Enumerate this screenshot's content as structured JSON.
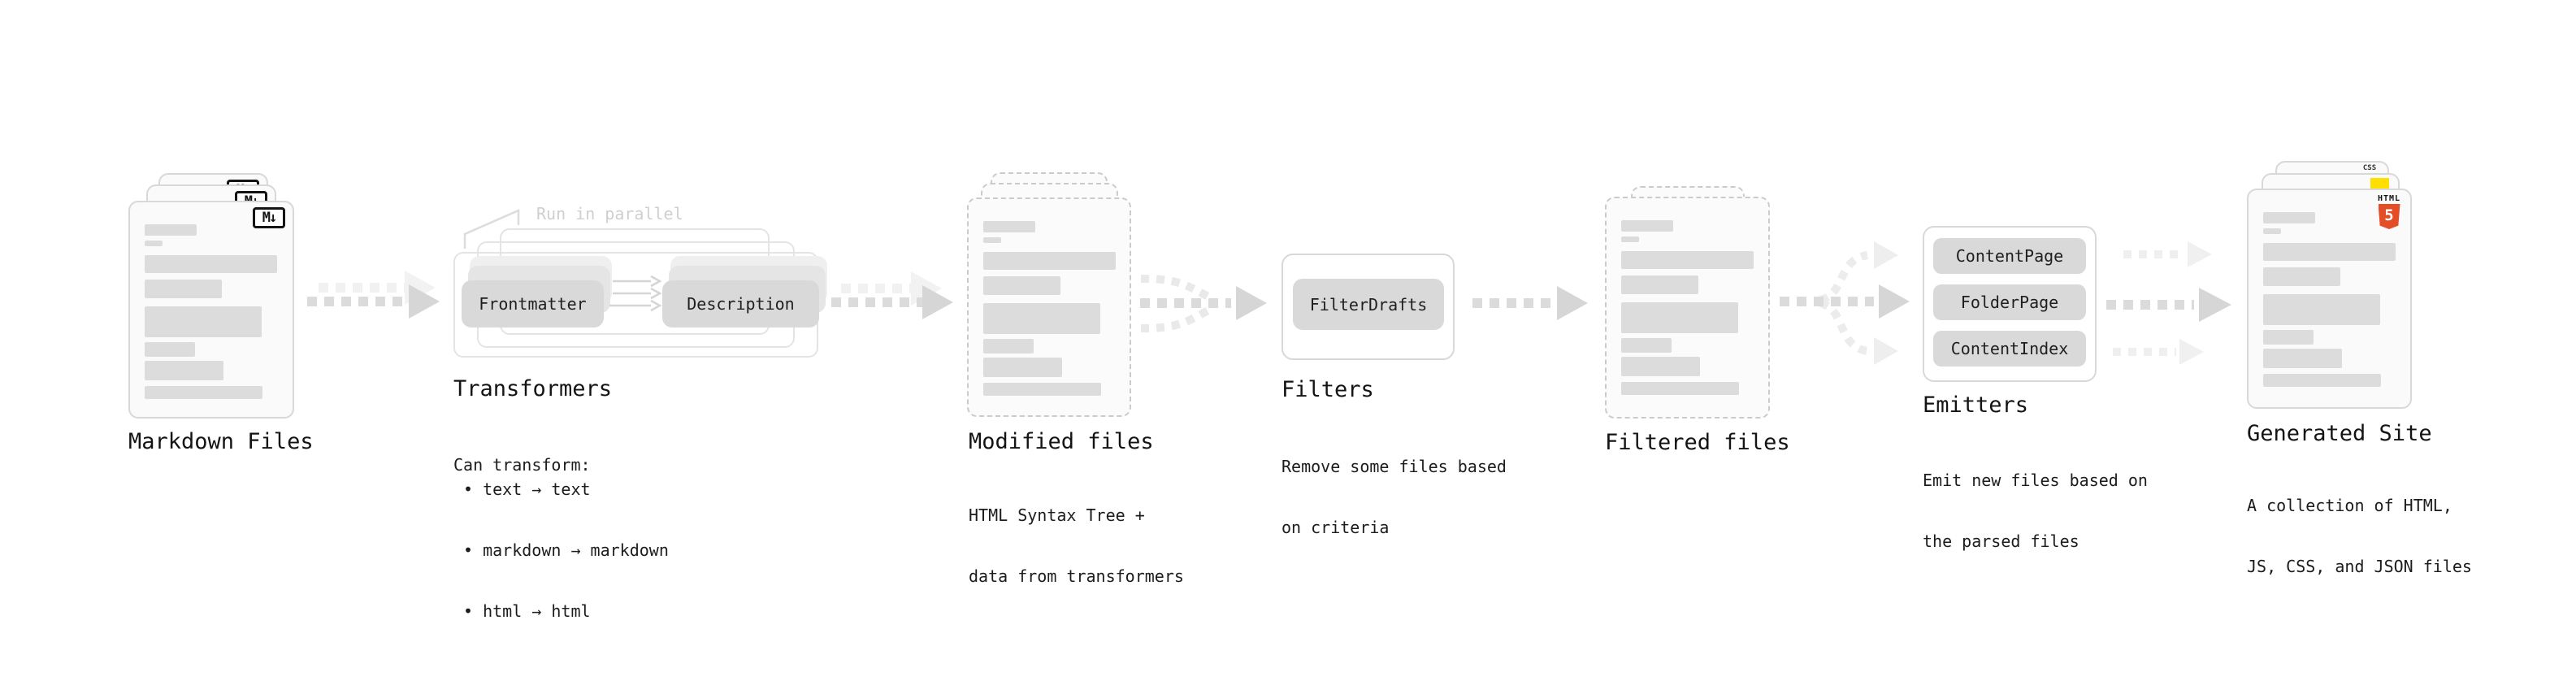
{
  "stages": {
    "markdown_files": {
      "label": "Markdown Files",
      "badge": "M↓"
    },
    "transformers": {
      "label": "Transformers",
      "annotation": "Run in parallel",
      "input_button": "Frontmatter",
      "output_button": "Description",
      "caption": "Can transform:",
      "bullets": [
        "• text → text",
        "• markdown → markdown",
        "• html → html"
      ]
    },
    "modified_files": {
      "label": "Modified files",
      "caption_line1": "HTML Syntax Tree +",
      "caption_line2": "data from transformers"
    },
    "filters": {
      "label": "Filters",
      "button": "FilterDrafts",
      "caption_line1": "Remove some files based",
      "caption_line2": "on criteria"
    },
    "filtered_files": {
      "label": "Filtered files"
    },
    "emitters": {
      "label": "Emitters",
      "buttons": [
        "ContentPage",
        "FolderPage",
        "ContentIndex"
      ],
      "caption_line1": "Emit new files based on",
      "caption_line2": "the parsed files"
    },
    "generated_site": {
      "label": "Generated Site",
      "caption_line1": "A collection of HTML,",
      "caption_line2": "JS, CSS, and JSON files",
      "badges": {
        "css": "CSS",
        "html_label": "HTML",
        "html_number": "5"
      }
    }
  },
  "colors": {
    "html5_orange": "#e44d26",
    "js_yellow": "#ffdf00",
    "css_blue": "#2b63f6"
  }
}
